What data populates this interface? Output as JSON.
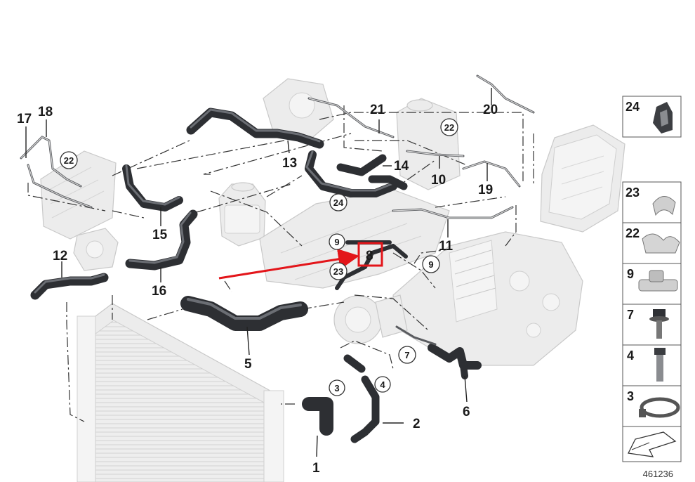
{
  "diagram": {
    "part_labels": [
      "1",
      "2",
      "3",
      "4",
      "5",
      "6",
      "7",
      "8",
      "9",
      "10",
      "11",
      "12",
      "13",
      "14",
      "15",
      "16",
      "17",
      "18",
      "19",
      "20",
      "21",
      "22",
      "23",
      "24"
    ],
    "circled_labels": [
      "22",
      "22",
      "24",
      "9",
      "23",
      "9",
      "7",
      "3",
      "4"
    ],
    "legend": [
      {
        "label": "24",
        "icon": "clamp-bracket-icon"
      },
      {
        "label": "23",
        "icon": "hose-clip-icon"
      },
      {
        "label": "22",
        "icon": "double-clip-icon"
      },
      {
        "label": "9",
        "icon": "t-connector-icon"
      },
      {
        "label": "7",
        "icon": "flange-bolt-icon"
      },
      {
        "label": "4",
        "icon": "hex-bolt-icon"
      },
      {
        "label": "3",
        "icon": "hose-clamp-icon"
      },
      {
        "label": "",
        "icon": "exploded-view-arrow-icon"
      }
    ],
    "reference_number": "461236",
    "highlight": {
      "label": "8",
      "color": "#e3151a"
    },
    "colors": {
      "hose": "#2d2f33",
      "ghost": "#ececec",
      "accent": "#e3151a"
    }
  }
}
